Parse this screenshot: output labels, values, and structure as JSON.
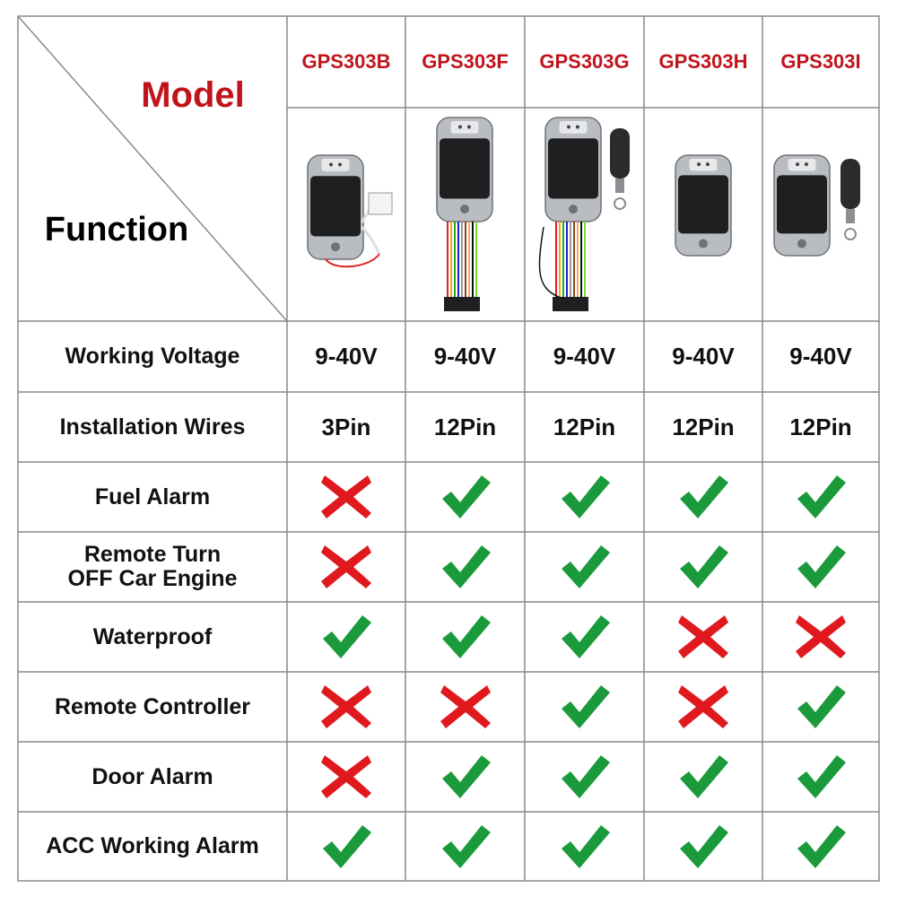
{
  "header": {
    "model_label": "Model",
    "function_label": "Function"
  },
  "models": [
    "GPS303B",
    "GPS303F",
    "GPS303G",
    "GPS303H",
    "GPS303I"
  ],
  "device_images": [
    {
      "model": "GPS303B",
      "icon": "tracker-with-3pin-connector-icon"
    },
    {
      "model": "GPS303F",
      "icon": "tracker-with-12pin-wire-harness-icon"
    },
    {
      "model": "GPS303G",
      "icon": "tracker-with-wire-harness-and-remote-icon"
    },
    {
      "model": "GPS303H",
      "icon": "tracker-icon"
    },
    {
      "model": "GPS303I",
      "icon": "tracker-with-remote-icon"
    }
  ],
  "rows": [
    {
      "label": "Working Voltage",
      "values": [
        "9-40V",
        "9-40V",
        "9-40V",
        "9-40V",
        "9-40V"
      ]
    },
    {
      "label": "Installation Wires",
      "values": [
        "3Pin",
        "12Pin",
        "12Pin",
        "12Pin",
        "12Pin"
      ]
    },
    {
      "label": "Fuel Alarm",
      "marks": [
        false,
        true,
        true,
        true,
        true
      ]
    },
    {
      "label": "Remote Turn\nOFF Car Engine",
      "marks": [
        false,
        true,
        true,
        true,
        true
      ]
    },
    {
      "label": "Waterproof",
      "marks": [
        true,
        true,
        true,
        false,
        false
      ]
    },
    {
      "label": "Remote Controller",
      "marks": [
        false,
        false,
        true,
        false,
        true
      ]
    },
    {
      "label": "Door Alarm",
      "marks": [
        false,
        true,
        true,
        true,
        true
      ]
    },
    {
      "label": "ACC Working Alarm",
      "marks": [
        true,
        true,
        true,
        true,
        true
      ]
    }
  ],
  "colors": {
    "check": "#1a9a3a",
    "cross": "#e0191f",
    "model_text": "#c0141c",
    "grid": "#8a8a8a"
  }
}
